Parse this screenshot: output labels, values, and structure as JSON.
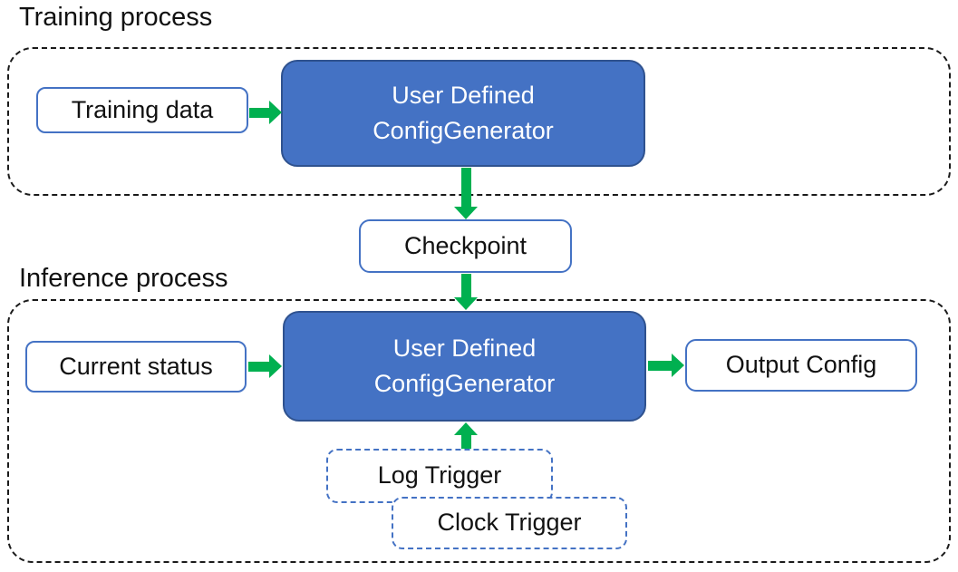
{
  "colors": {
    "generator_fill": "#4472C4",
    "generator_border": "#2F528F",
    "box_border": "#4472C4",
    "arrow_green": "#00B050",
    "container_dash": "#1a1a1a",
    "text_dark": "#111111",
    "text_light": "#FFFFFF",
    "background": "#FFFFFF"
  },
  "training": {
    "label": "Training process",
    "input_node": "Training data",
    "generator_line1": "User Defined",
    "generator_line2": "ConfigGenerator"
  },
  "checkpoint": {
    "label": "Checkpoint"
  },
  "inference": {
    "label": "Inference process",
    "input_node": "Current status",
    "generator_line1": "User Defined",
    "generator_line2": "ConfigGenerator",
    "output_node": "Output Config",
    "log_trigger": "Log Trigger",
    "clock_trigger": "Clock Trigger"
  }
}
